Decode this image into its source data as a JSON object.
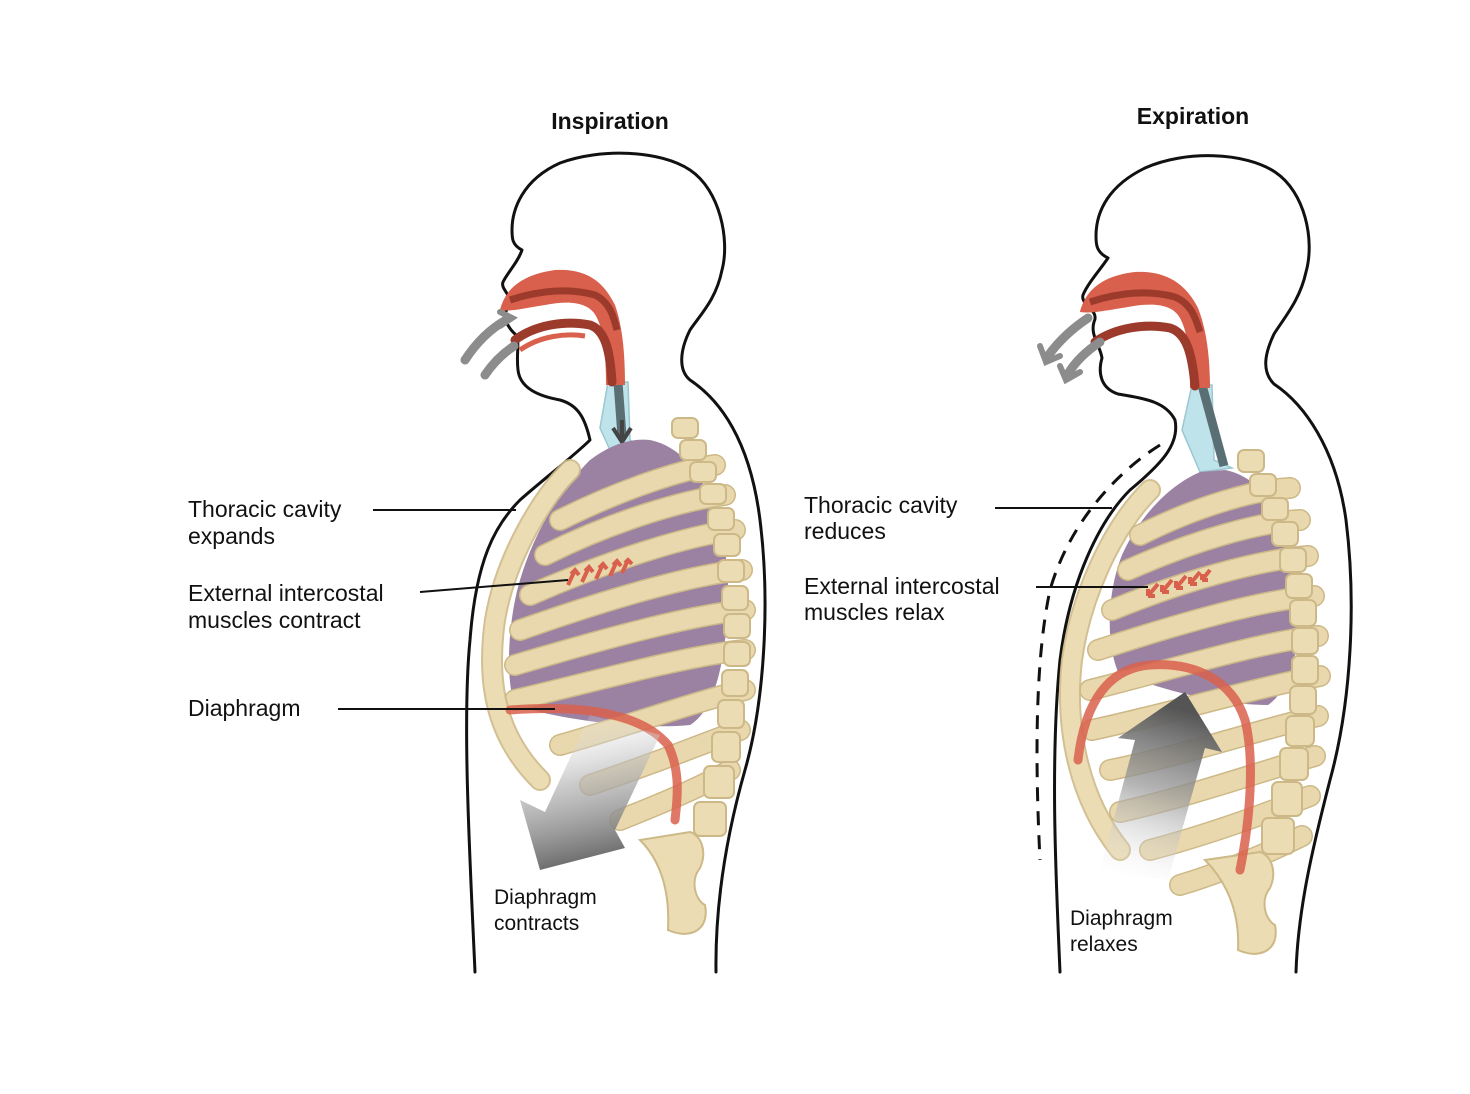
{
  "panels": {
    "inspiration": {
      "title": "Inspiration",
      "labels": {
        "thoracic_l1": "Thoracic cavity",
        "thoracic_l2": "expands",
        "intercostal_l1": "External intercostal",
        "intercostal_l2": "muscles  contract",
        "diaphragm": "Diaphragm",
        "diaphragm_action_l1": "Diaphragm",
        "diaphragm_action_l2": "contracts"
      }
    },
    "expiration": {
      "title": "Expiration",
      "labels": {
        "thoracic_l1": "Thoracic cavity",
        "thoracic_l2": "reduces",
        "intercostal_l1": "External intercostal",
        "intercostal_l2": "muscles  relax",
        "diaphragm_action_l1": "Diaphragm",
        "diaphragm_action_l2": "relaxes"
      }
    }
  },
  "colors": {
    "outline": "#111111",
    "bone": "#e9d8ad",
    "bone_edge": "#cdb987",
    "lung": "#9b82a3",
    "airway_red": "#d9604c",
    "airway_dark": "#9c3a2c",
    "trachea": "#bfe3ea",
    "airflow_arrow": "#888888",
    "diaphragm": "#d9604c"
  },
  "icons": {
    "airflow_in": "curved-arrows-in",
    "airflow_out": "curved-arrows-out",
    "diaphragm_down": "large-arrow-down",
    "diaphragm_up": "large-arrow-up"
  }
}
